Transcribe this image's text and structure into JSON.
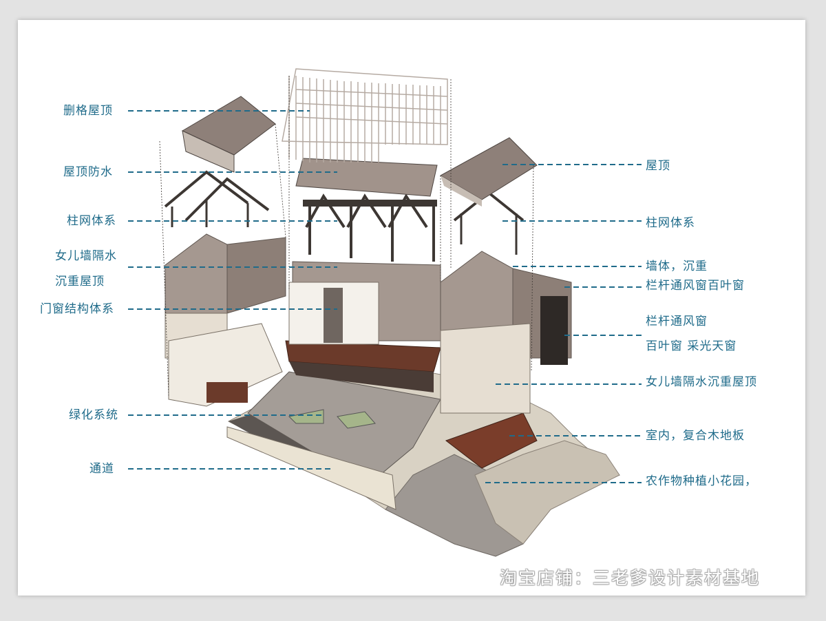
{
  "labels": {
    "left": [
      "删格屋顶",
      "屋顶防水",
      "柱网体系",
      "女儿墙隔水",
      "沉重屋顶",
      "门窗结构体系",
      "绿化系统",
      "通道"
    ],
    "right": [
      "屋顶",
      "柱网体系",
      "墙体，沉重",
      "栏杆通风窗百叶窗",
      "栏杆通风窗",
      "百叶窗  采光天窗",
      "女儿墙隔水沉重屋顶",
      "室内，复合木地板",
      "农作物种植小花园，"
    ]
  },
  "watermark": "淘宝店铺：三老爹设计素材基地",
  "colors": {
    "leader": "#1f6b8a",
    "wall": "#a59890",
    "roof": "#8e8079",
    "floor_wood": "#6b3a2a",
    "stone": "#d9d2c4",
    "background": "#e3e3e3"
  }
}
